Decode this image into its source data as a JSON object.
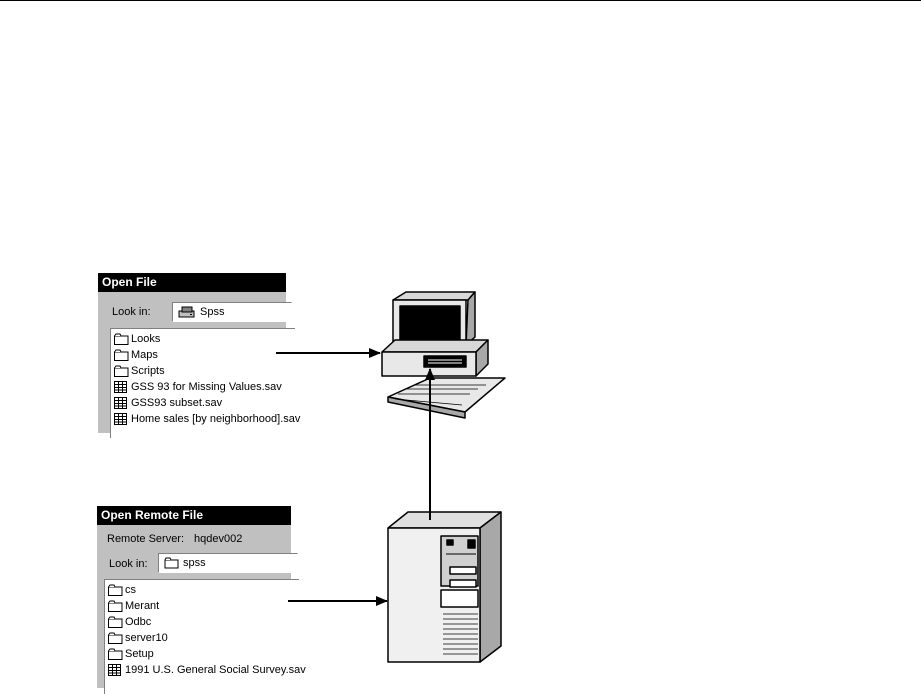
{
  "open_file": {
    "title": "Open File",
    "look_in_label": "Look in:",
    "look_in_value": "Spss",
    "items": [
      {
        "name": "Looks",
        "icon": "folder-icon"
      },
      {
        "name": "Maps",
        "icon": "folder-icon"
      },
      {
        "name": "Scripts",
        "icon": "folder-icon"
      },
      {
        "name": "GSS 93 for Missing Values.sav",
        "icon": "data-file-icon"
      },
      {
        "name": "GSS93 subset.sav",
        "icon": "data-file-icon"
      },
      {
        "name": "Home sales [by neighborhood].sav",
        "icon": "data-file-icon"
      }
    ]
  },
  "open_remote_file": {
    "title": "Open Remote File",
    "remote_server_label": "Remote Server:",
    "remote_server_value": "hqdev002",
    "look_in_label": "Look in:",
    "look_in_value": "spss",
    "items": [
      {
        "name": "cs",
        "icon": "folder-icon"
      },
      {
        "name": "Merant",
        "icon": "folder-icon"
      },
      {
        "name": "Odbc",
        "icon": "folder-icon"
      },
      {
        "name": "server10",
        "icon": "folder-icon"
      },
      {
        "name": "Setup",
        "icon": "folder-icon"
      },
      {
        "name": "1991 U.S. General Social Survey.sav",
        "icon": "data-file-icon"
      }
    ]
  },
  "icons": {
    "desktop": "desktop-computer-icon",
    "server": "tower-server-icon"
  },
  "colors": {
    "title_bar": "#000000",
    "dialog_bg": "#c0c0c0",
    "list_bg": "#ffffff"
  }
}
